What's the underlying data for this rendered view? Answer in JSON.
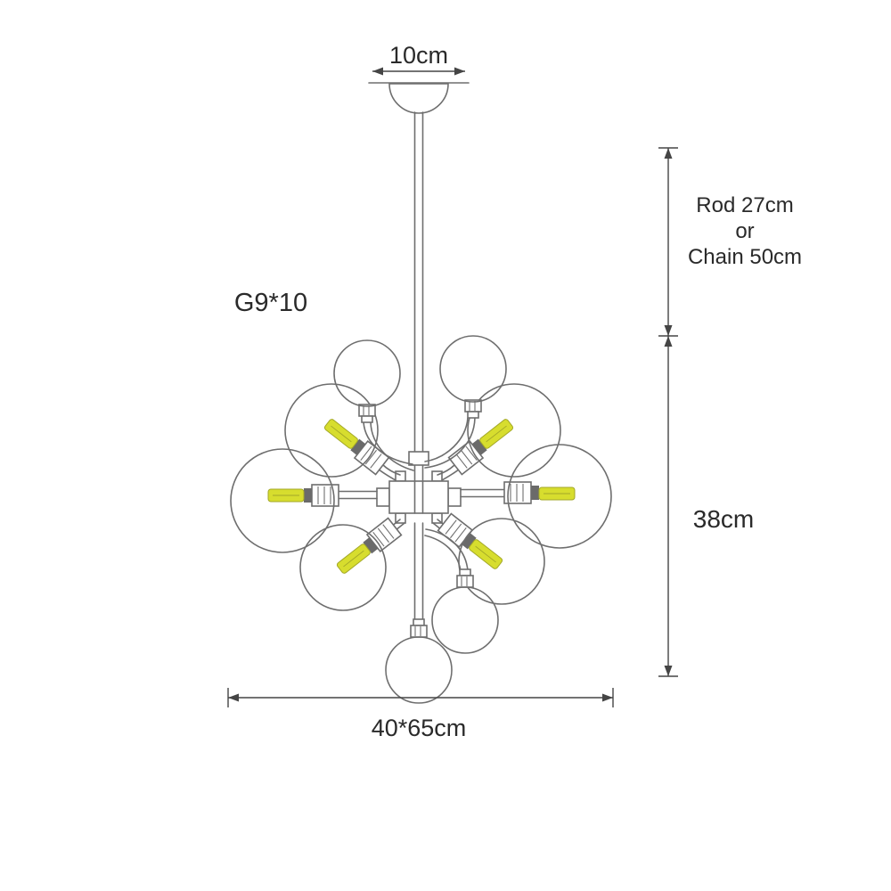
{
  "labels": {
    "canopy_width": "10cm",
    "bulb_spec": "G9*10",
    "suspension": {
      "line1": "Rod 27cm",
      "line2": "or",
      "line3": "Chain 50cm"
    },
    "body_height": "38cm",
    "body_width": "40*65cm"
  },
  "colors": {
    "line": "#6e6e6e",
    "dimension": "#454545",
    "text": "#2a2a2a",
    "bulb_fill": "#d7dd2e",
    "bulb_stroke": "#a3a828",
    "socket_dark": "#6a6a6a"
  }
}
